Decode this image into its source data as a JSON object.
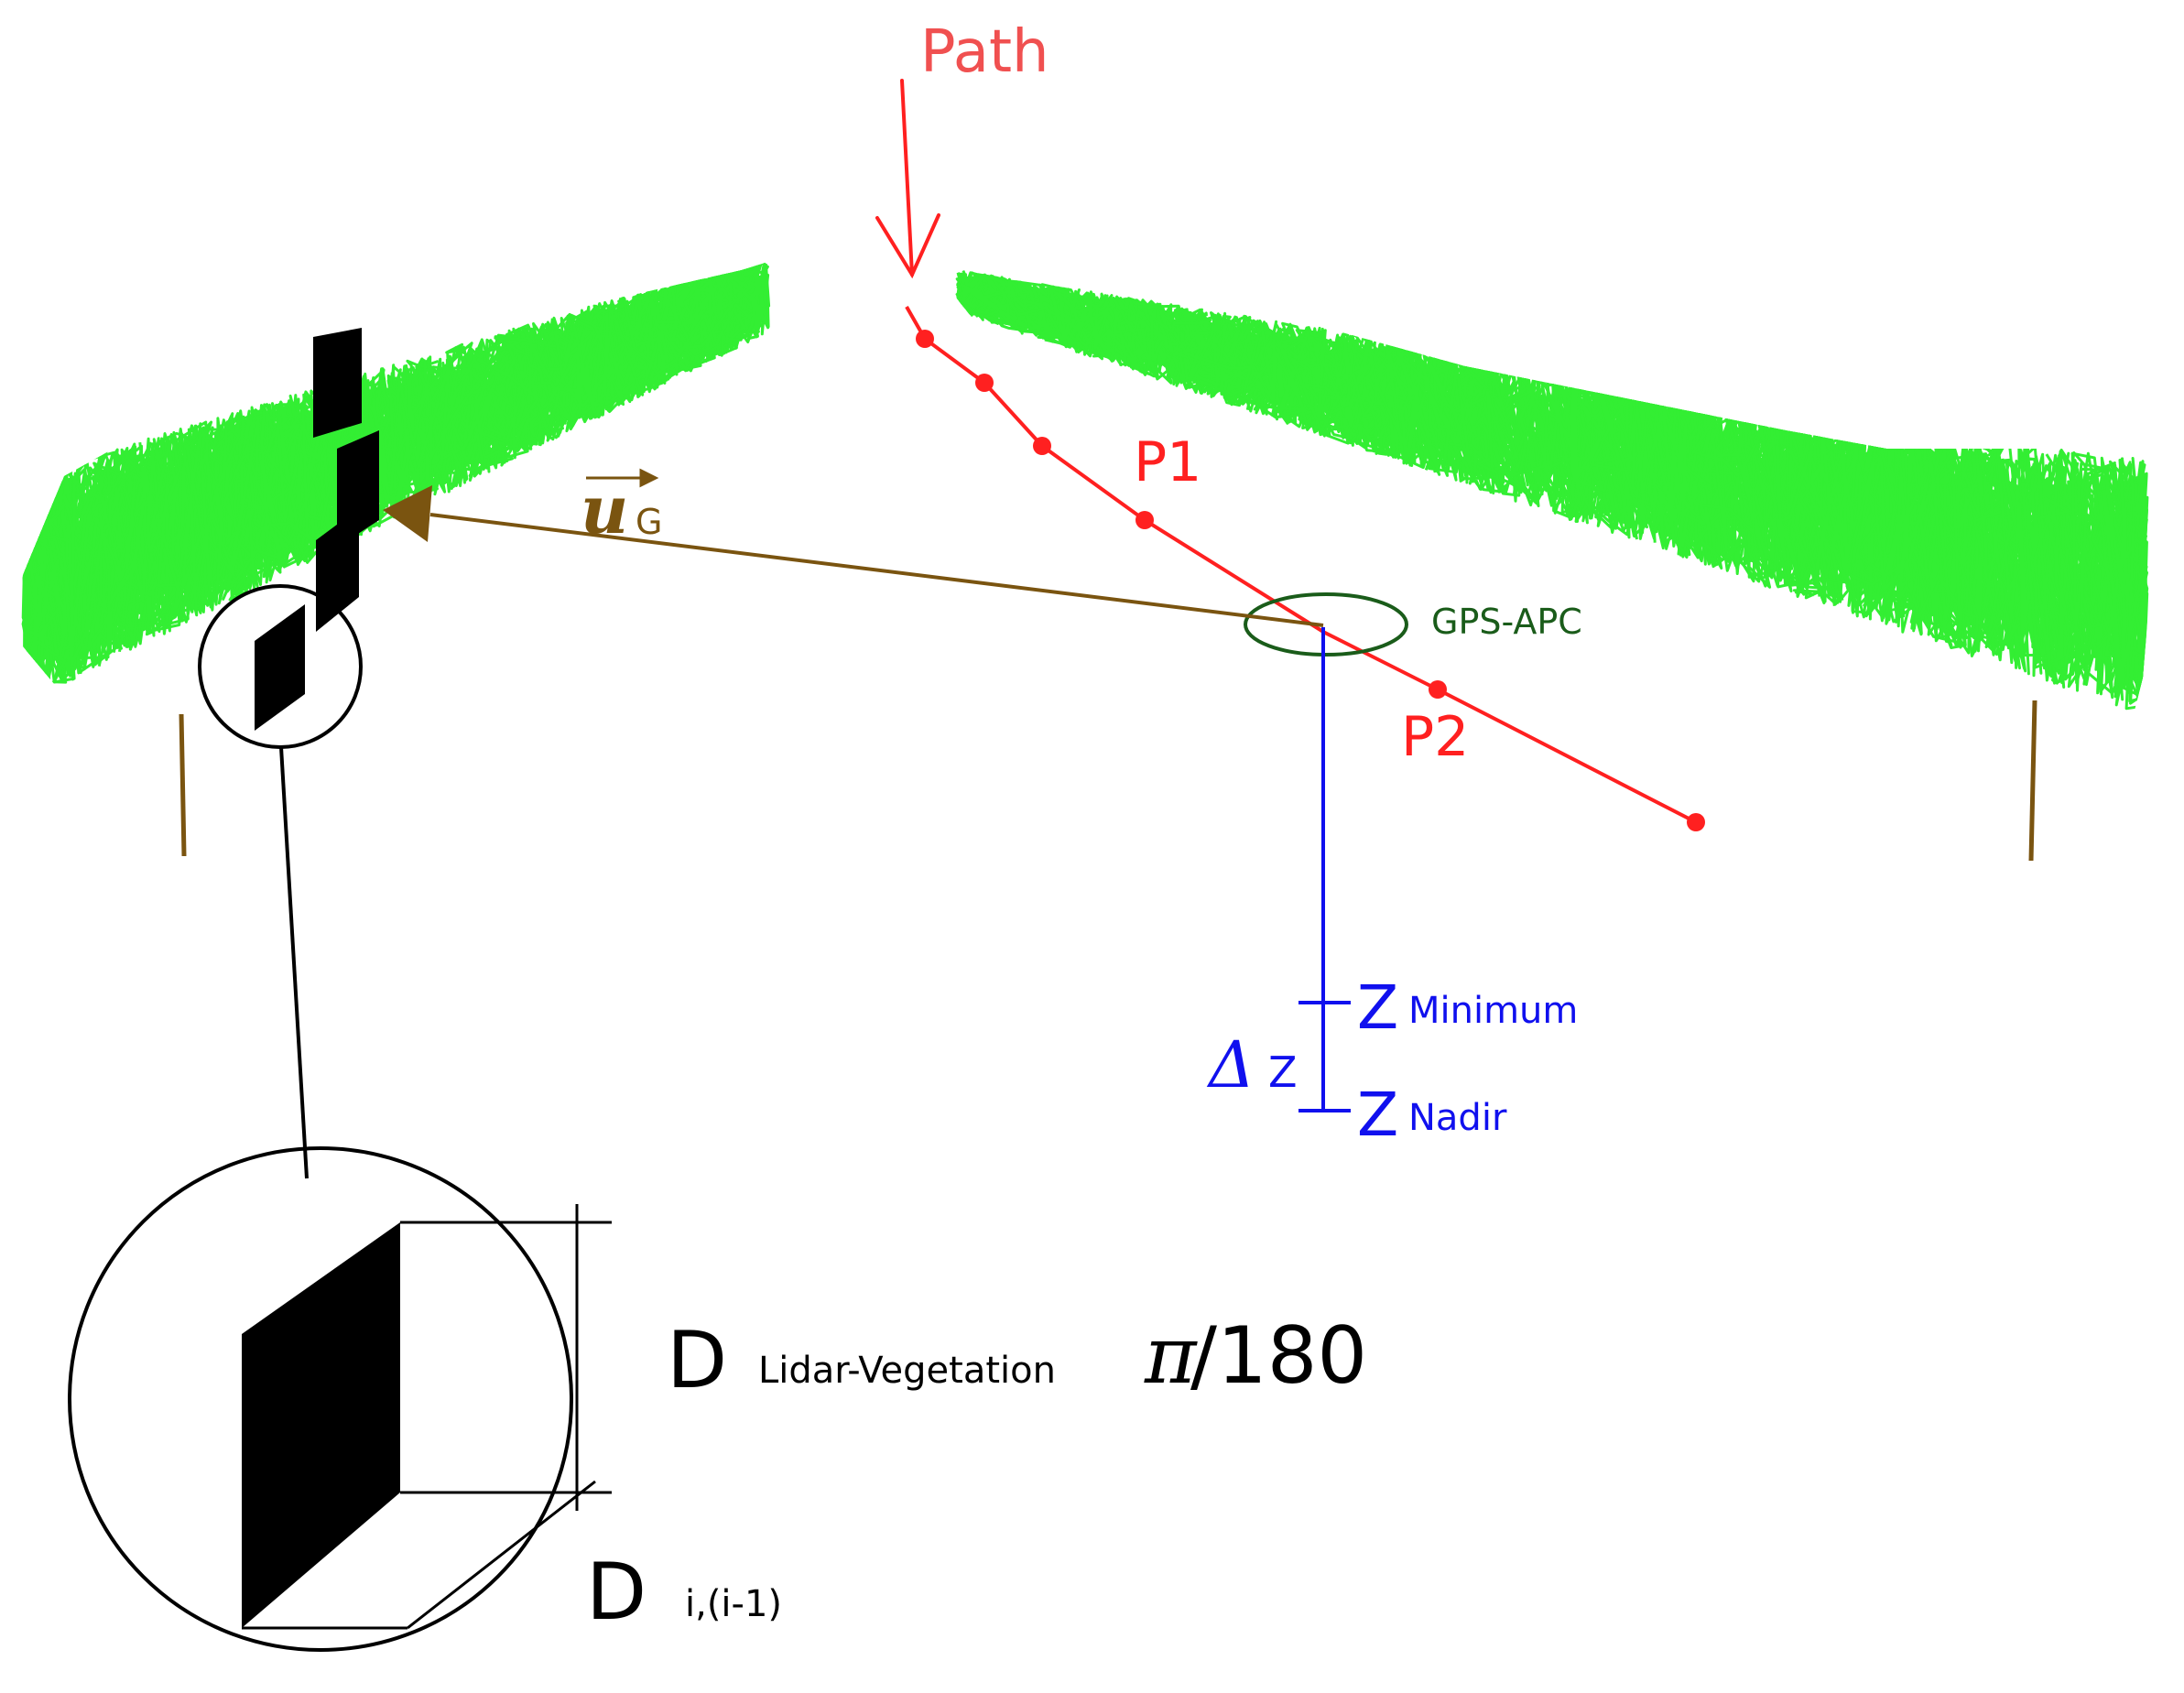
{
  "colors": {
    "path": "#ff2020",
    "path_label": "#f05050",
    "vegetation": "#33ee33",
    "vector": "#7a5410",
    "gps": "#1a5c1a",
    "height": "#1010ee",
    "ink": "#000000"
  },
  "labels": {
    "path": "Path",
    "p1": "P1",
    "p2": "P2",
    "gps_apc": "GPS-APC",
    "vector_u": "u",
    "vector_sub": "G",
    "z_min_main": "Z",
    "z_min_sub": "Minimum",
    "z_nadir_main": "Z",
    "z_nadir_sub": "Nadir",
    "delta_sym": "Δ",
    "delta_z": "Z",
    "d_lidar_main": "D",
    "d_lidar_sub": "Lidar-Vegetation",
    "pi_sym": "π",
    "pi_rest": "/180",
    "d_i_main": "D",
    "d_i_sub": "i,(i-1)"
  }
}
